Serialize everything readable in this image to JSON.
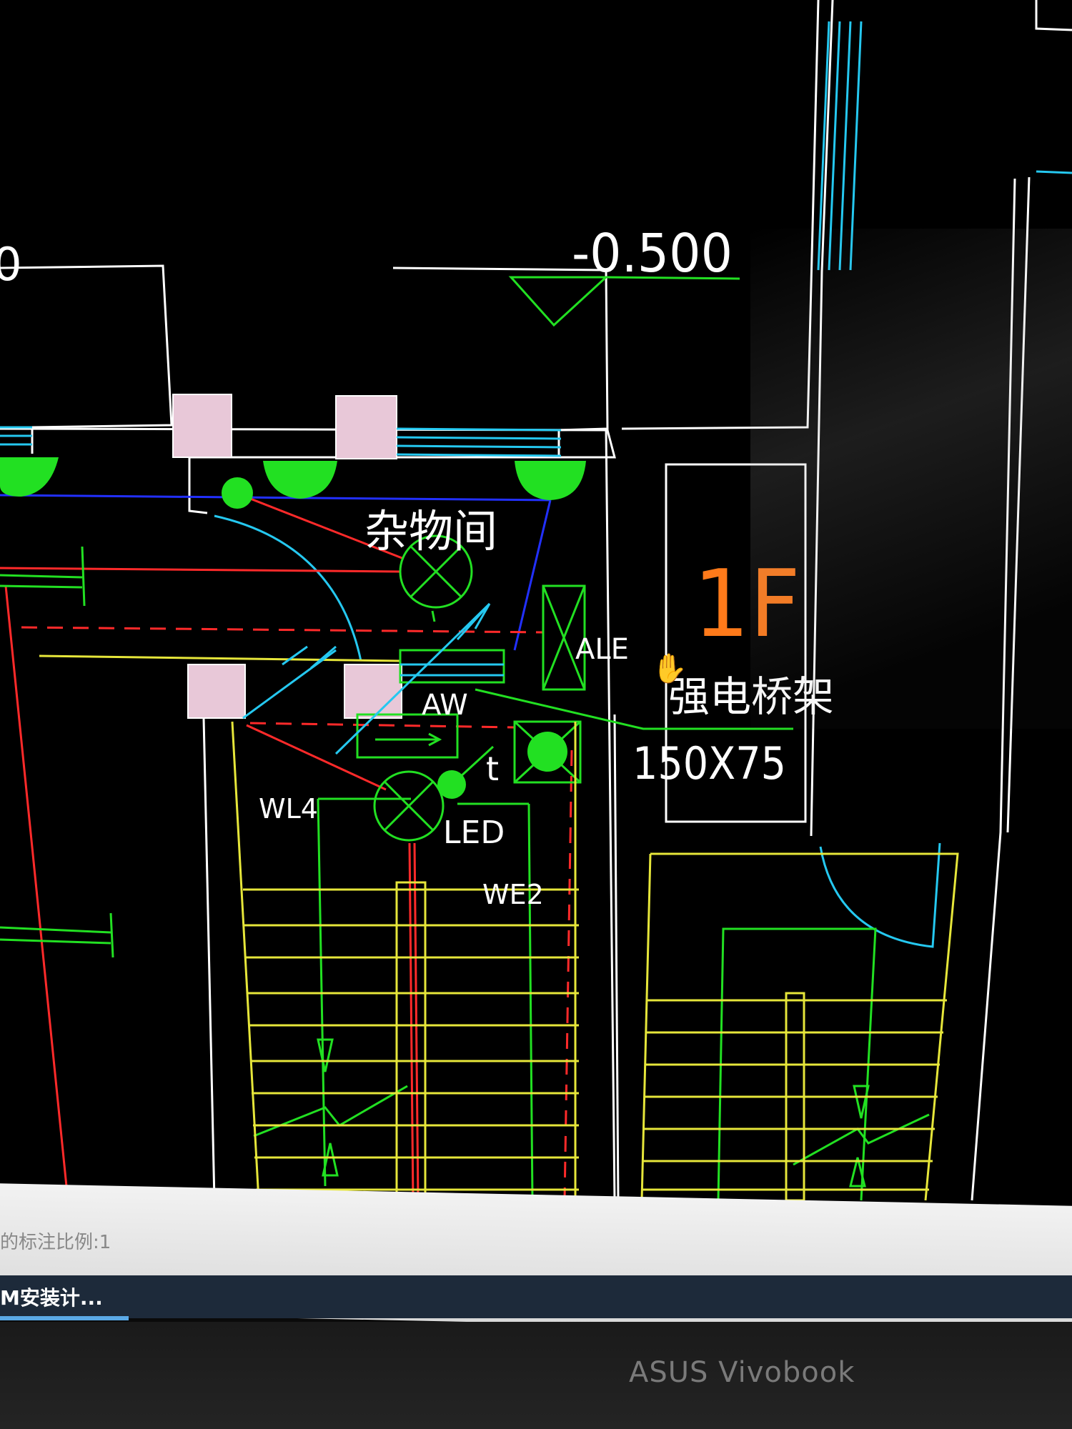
{
  "drawing": {
    "elevation_label": "-0.500",
    "room_name": "杂物间",
    "floor_label": "1F",
    "cable_tray_label": "强电桥架",
    "cable_tray_size": "150X75",
    "panel_ale": "ALE",
    "panel_aw": "AW",
    "circuit_wl4": "WL4",
    "fixture_led": "LED",
    "circuit_we2": "WE2",
    "switch_t": "t",
    "edge_fragment": "0"
  },
  "status_bar": {
    "scale_text": "的标注比例:1",
    "app_task_text": "M安装计..."
  },
  "device": {
    "brand": "ASUS Vivobook"
  },
  "colors": {
    "background": "#000000",
    "walls": "#ffffff",
    "stairs": "#e6e63a",
    "circuits": "#22e022",
    "red_lines": "#ff2a2a",
    "cyan": "#25c8f0",
    "blue": "#2230ff",
    "column_fill": "#e8c8d8",
    "floor_label": "#ff7a1a"
  },
  "icons": [
    "hand-cursor-icon",
    "light-fixture-icon",
    "lamp-dome-icon",
    "distribution-box-icon",
    "elevation-marker-icon"
  ]
}
